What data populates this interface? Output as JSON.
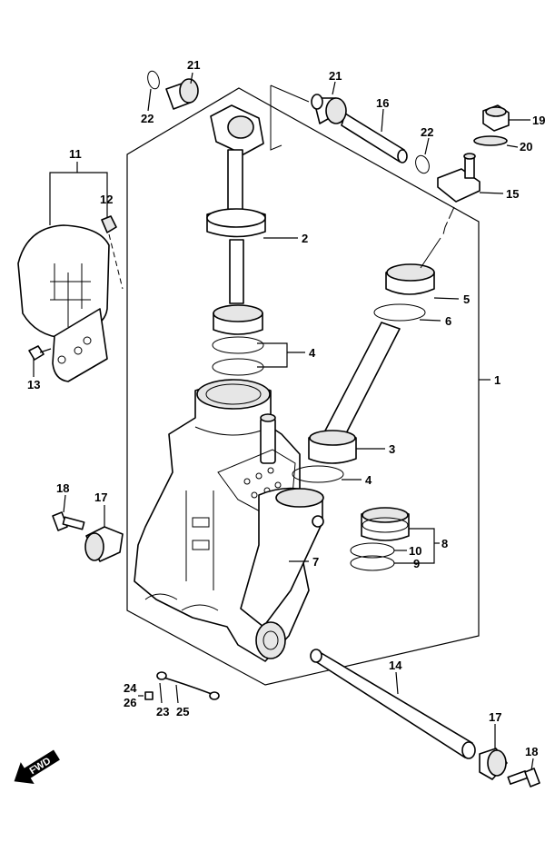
{
  "labels": {
    "p1": "1",
    "p2": "2",
    "p3": "3",
    "p4a": "4",
    "p4b": "4",
    "p5": "5",
    "p6": "6",
    "p7": "7",
    "p8": "8",
    "p9": "9",
    "p10": "10",
    "p11": "11",
    "p12": "12",
    "p13": "13",
    "p14": "14",
    "p15": "15",
    "p16": "16",
    "p17a": "17",
    "p17b": "17",
    "p18a": "18",
    "p18b": "18",
    "p19": "19",
    "p20": "20",
    "p21a": "21",
    "p21b": "21",
    "p22a": "22",
    "p22b": "22",
    "p23": "23",
    "p24": "24",
    "p25": "25",
    "p26": "26"
  },
  "fwd": "FWD"
}
